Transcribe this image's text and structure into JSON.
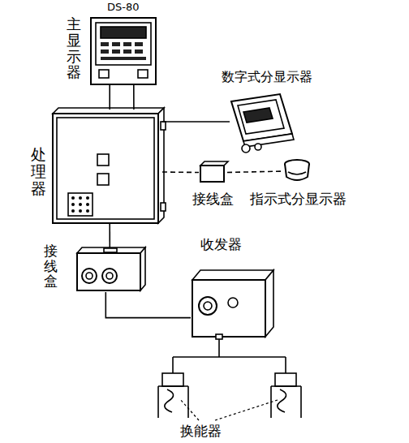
{
  "diagram": {
    "nodes": [
      {
        "text": [
          "DS-80",
          "主显示器"
        ]
      },
      {
        "text": [
          "处理器"
        ]
      },
      {
        "text": [
          "数字式分显示器"
        ]
      },
      {
        "text": [
          "接线盒"
        ]
      },
      {
        "text": [
          "指示式分显示器"
        ]
      },
      {
        "text": [
          "接线盒"
        ]
      },
      {
        "text": [
          "收发器"
        ]
      }
    ],
    "edges": [
      {
        "from": 0,
        "to": 1,
        "arrow": "none"
      },
      {
        "from": 1,
        "to": 2,
        "arrow": "none"
      },
      {
        "from": 1,
        "to": 3,
        "arrow": "none"
      },
      {
        "from": 3,
        "to": 4,
        "arrow": "none"
      },
      {
        "from": 1,
        "to": 5,
        "arrow": "none"
      },
      {
        "from": 5,
        "to": 6,
        "arrow": "none"
      }
    ],
    "labels": [
      "换能器"
    ]
  }
}
